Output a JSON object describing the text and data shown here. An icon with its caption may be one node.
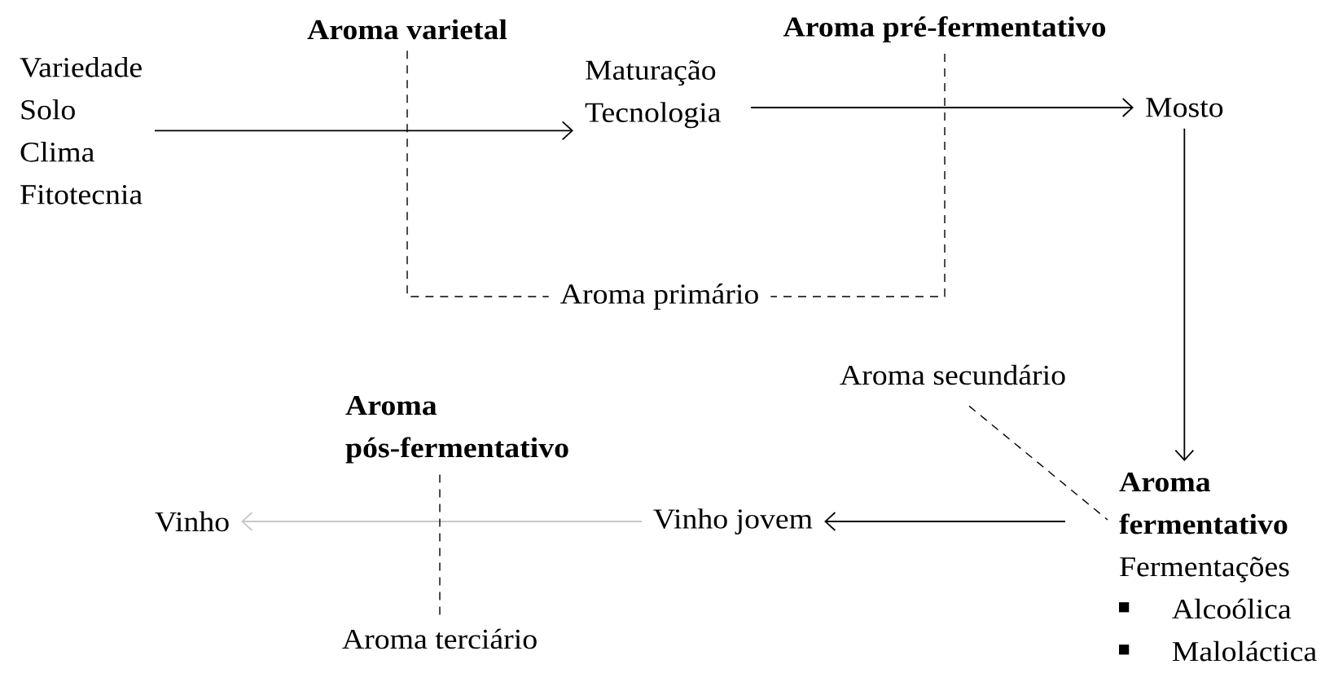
{
  "diagram": {
    "nodes": [
      {
        "text": [
          "Variedade Solo Clima Fitotecnia"
        ]
      },
      {
        "text": [
          "Aroma varietal"
        ]
      },
      {
        "text": [
          "Maturação Tecnologia"
        ]
      },
      {
        "text": [
          "Aroma pré-fermentativo"
        ]
      },
      {
        "text": [
          "Mosto"
        ]
      },
      {
        "text": [
          "Aroma primário"
        ]
      },
      {
        "text": [
          "Aroma secundário"
        ]
      },
      {
        "text": [
          "Aroma fermentativo",
          "Fermentações",
          "Alcoólica",
          "Maloláctica"
        ]
      },
      {
        "text": [
          "Vinho jovem"
        ]
      },
      {
        "text": [
          "Vinho"
        ]
      },
      {
        "text": [
          "Aroma pós-fermentativo"
        ]
      },
      {
        "text": [
          "Aroma terciário"
        ]
      }
    ],
    "edges": [
      {
        "from": 0,
        "to": 2,
        "arrow": "to"
      },
      {
        "from": 2,
        "to": 4,
        "arrow": "to"
      },
      {
        "from": 4,
        "to": 7,
        "arrow": "to"
      },
      {
        "from": 7,
        "to": 8,
        "arrow": "to"
      },
      {
        "from": 8,
        "to": 9,
        "arrow": "to",
        "color": "#c8c8c8"
      },
      {
        "from": 1,
        "to": 5,
        "arrow": "none",
        "style": "dashed"
      },
      {
        "from": 3,
        "to": 5,
        "arrow": "none",
        "style": "dashed"
      },
      {
        "from": 6,
        "to": 7,
        "arrow": "none",
        "style": "dashed"
      },
      {
        "from": 10,
        "to": 11,
        "arrow": "none",
        "style": "dashed"
      }
    ]
  }
}
